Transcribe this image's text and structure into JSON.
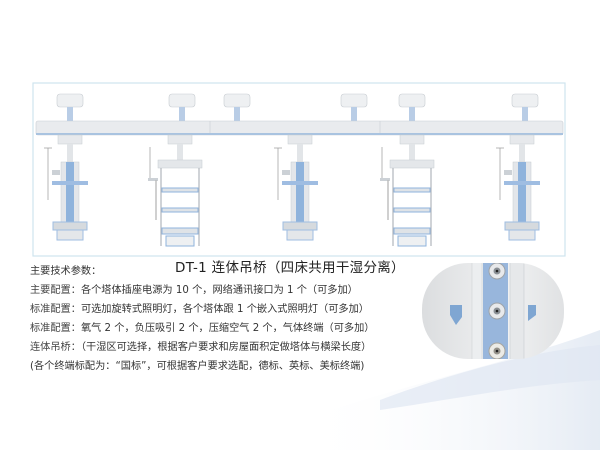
{
  "title": "DT-1  连体吊桥（四床共用干湿分离）",
  "specs_heading": "主要技术参数：",
  "specs": [
    {
      "label": "主要配置：",
      "text": "各个塔体插座电源为 10 个，网络通讯接口为 1 个（可多加）"
    },
    {
      "label": "标准配置：",
      "text": "可选加旋转式照明灯，各个塔体跟 1 个嵌入式照明灯（可多加）"
    },
    {
      "label": "标准配置：",
      "text": "氧气 2 个，负压吸引 2 个，压缩空气 2 个，气体终端（可多加）"
    },
    {
      "label": "连体吊桥：",
      "text": "（干湿区可选择，根据客户要求和房屋面积定做塔体与横梁长度）"
    },
    {
      "label": "",
      "text": "(各个终端标配为：“国标”，可根据客户要求选配，德标、英标、美标终端)"
    }
  ],
  "colors": {
    "blue": "#8fb3dc",
    "grey": "#e3e6ea",
    "frame": "#cfe4ee"
  }
}
